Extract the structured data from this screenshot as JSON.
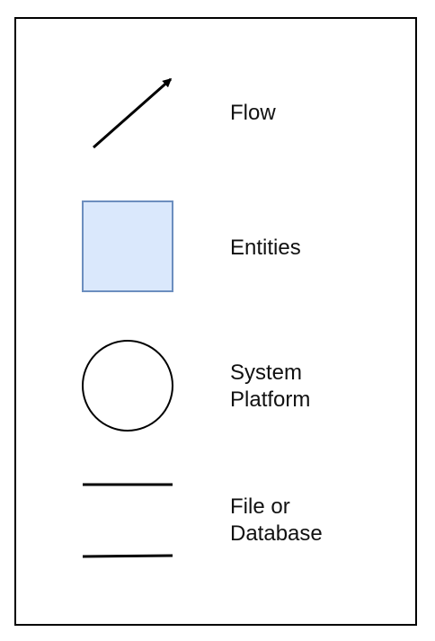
{
  "legend": {
    "items": [
      {
        "symbol": "arrow-icon",
        "label": "Flow",
        "color": "#000000"
      },
      {
        "symbol": "rectangle-icon",
        "label": "Entities",
        "fill_color": "#dae8fc",
        "stroke_color": "#6c8ebf"
      },
      {
        "symbol": "circle-icon",
        "label": "System\nPlatform",
        "fill_color": "#ffffff",
        "stroke_color": "#000000"
      },
      {
        "symbol": "parallel-lines-icon",
        "label": "File or\nDatabase",
        "color": "#000000"
      }
    ]
  }
}
